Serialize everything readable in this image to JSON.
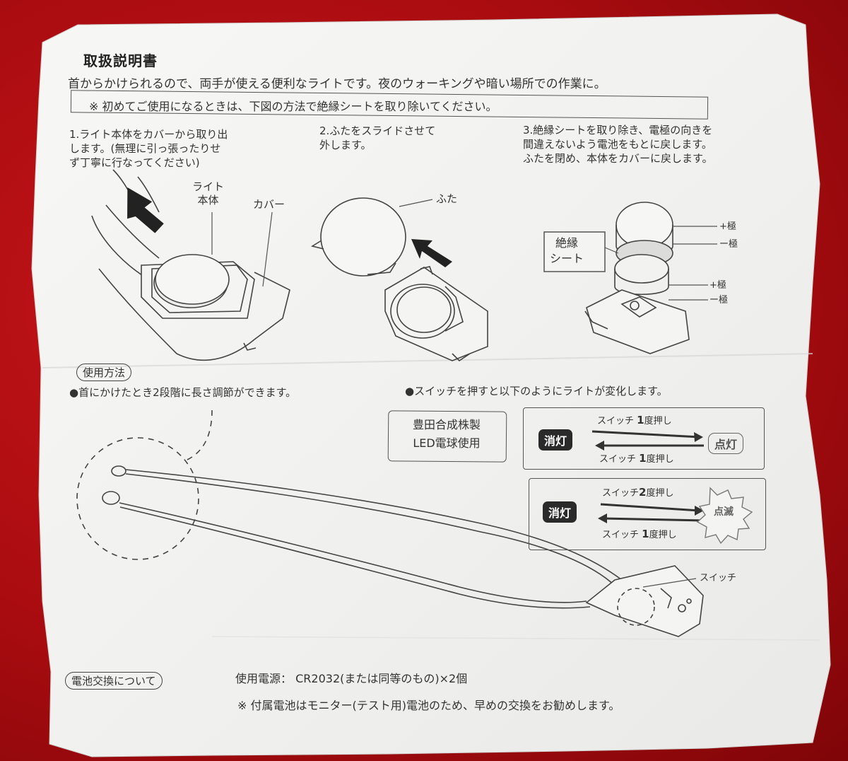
{
  "title": "取扱説明書",
  "intro": "首からかけられるので、両手が使える便利なライトです。夜のウォーキングや暗い場所での作業に。",
  "notice": "※ 初めてご使用になるときは、下図の方法で絶縁シートを取り除いてください。",
  "steps": {
    "step1": "1.ライト本体をカバーから取り出\nします。(無理に引っ張ったりせ\nず丁寧に行なってください)",
    "step2": "2.ふたをスライドさせて\n外します。",
    "step3": "3.絶縁シートを取り除き、電極の向きを\n間違えないよう電池をもとに戻します。\nふたを閉め、本体をカバーに戻します。"
  },
  "diagram_labels": {
    "light_body": "ライト\n本体",
    "cover": "カバー",
    "lid": "ふた",
    "insulation_sheet": "絶縁\nシート",
    "plus_pole_top": "+極",
    "minus_pole_top": "ー極",
    "plus_pole_bottom": "+極",
    "minus_pole_bottom": "ー極",
    "switch": "スイッチ"
  },
  "usage": {
    "section_label": "使用方法",
    "bullet_length": "●首にかけたとき2段階に長さ調節ができます。",
    "bullet_switch": "●スイッチを押すと以下のようにライトが変化します。",
    "bulb_note": "豊田合成株製\nLED電球使用"
  },
  "modes": {
    "mode1": {
      "off_label": "消灯",
      "on_label": "点灯",
      "forward": "スイッチ",
      "forward_count": "1",
      "forward_suffix": "度押し",
      "back": "スイッチ",
      "back_count": "1",
      "back_suffix": "度押し"
    },
    "mode2": {
      "off_label": "消灯",
      "on_label": "点滅",
      "forward": "スイッチ",
      "forward_count": "2",
      "forward_suffix": "度押し",
      "back": "スイッチ",
      "back_count": "1",
      "back_suffix": "度押し"
    }
  },
  "battery": {
    "section_label": "電池交換について",
    "power_label": "使用電源：",
    "power_value": "CR2032(または同等のもの)×2個",
    "note": "※ 付属電池はモニター(テスト用)電池のため、早めの交換をお勧めします。"
  },
  "colors": {
    "background": "#b80f12",
    "paper": "#f4f4f2",
    "ink": "#333333"
  }
}
